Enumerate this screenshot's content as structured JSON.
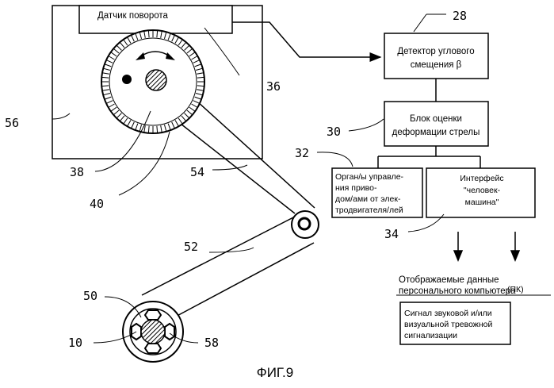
{
  "sensor_label": "Датчик поворота",
  "detector_label_1": "Детектор углового",
  "detector_label_2": "смещения  β",
  "evaluation_label_1": "Блок оценки",
  "evaluation_label_2": "деформации стрелы",
  "control_label_1": "Орган/ы управле-",
  "control_label_2": "ния приво-",
  "control_label_3": "дом/ами от элек-",
  "control_label_4": "тродвигателя/лей",
  "hmi_label_1": "Интерфейс",
  "hmi_label_2": "\"человек-",
  "hmi_label_3": "машина\"",
  "pc_label_1": "Отображаемые данные",
  "pc_label_2": "персонального компьютера",
  "pc_tag": "(ПК)",
  "alarm_label_1": "Сигнал звуковой и/или",
  "alarm_label_2": "визуальной тревожной",
  "alarm_label_3": "сигнализации",
  "ref_numbers": {
    "n28": "28",
    "n36": "36",
    "n56": "56",
    "n30": "30",
    "n32": "32",
    "n38": "38",
    "n54": "54",
    "n40": "40",
    "n34": "34",
    "n52": "52",
    "n50": "50",
    "n10": "10",
    "n58": "58"
  },
  "caption": "ФИГ.9"
}
